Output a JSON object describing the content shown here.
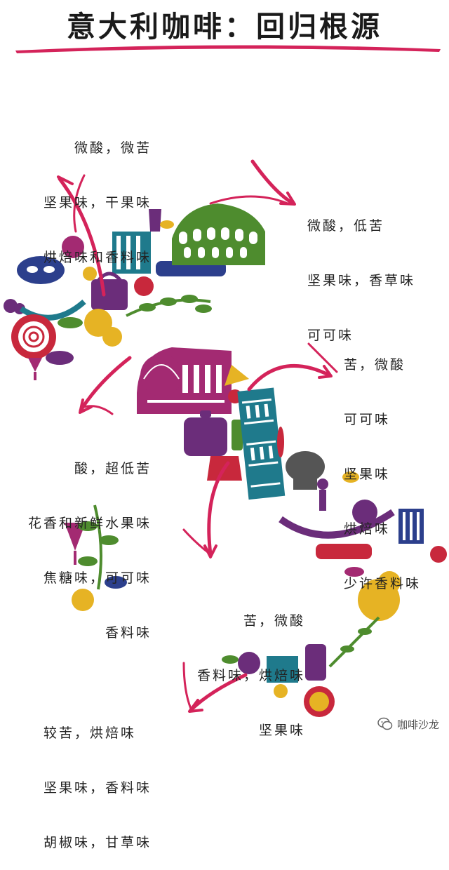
{
  "title": "意大利咖啡：回归根源",
  "regions": [
    {
      "lines": [
        "微酸，微苦",
        "坚果味，干果味",
        "烘焙味和香料味"
      ]
    },
    {
      "lines": [
        "微酸，低苦",
        "坚果味，香草味",
        "可可味"
      ]
    },
    {
      "lines": [
        "苦，微酸",
        "可可味",
        "坚果味",
        "烘焙味",
        "少许香料味"
      ]
    },
    {
      "lines": [
        "酸，超低苦",
        "花香和新鲜水果味",
        "焦糖味，可可味",
        "香料味"
      ]
    },
    {
      "lines": [
        "苦，微酸",
        "香料味，烘焙味",
        "坚果味"
      ]
    },
    {
      "lines": [
        "较苦，烘焙味",
        "坚果味，香料味",
        "胡椒味，甘草味"
      ]
    }
  ],
  "watermark": "咖啡沙龙",
  "colors": {
    "arrow": "#d4235a",
    "purple": "#6b2d7a",
    "green": "#4e8c2e",
    "teal": "#1f7a8c",
    "red": "#c8283c",
    "yellow": "#e6b324",
    "navy": "#2c3f8c",
    "magenta": "#a32a72"
  }
}
